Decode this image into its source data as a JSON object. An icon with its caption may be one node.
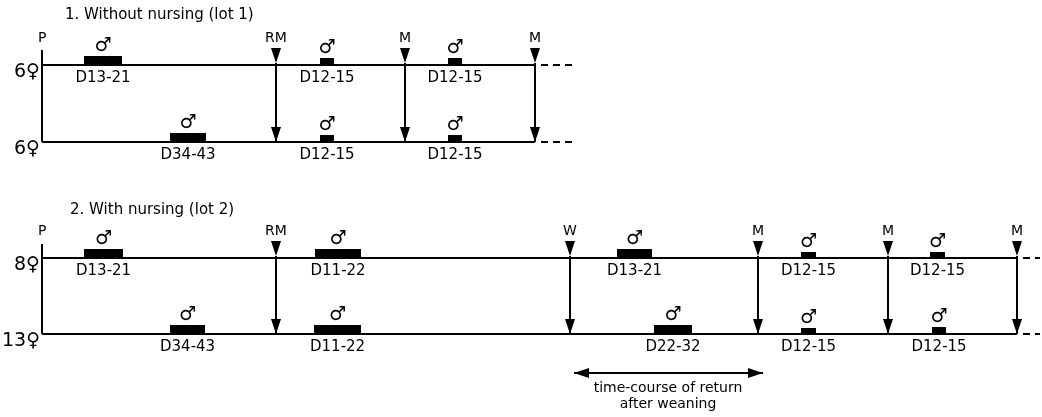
{
  "diagram": {
    "nodes": [
      {
        "text": [],
        "shape": "bar",
        "beside": [
          "♂",
          "D13-21"
        ]
      },
      {
        "text": [],
        "shape": "bar",
        "beside": [
          "♂",
          "D12-15"
        ]
      },
      {
        "text": [],
        "shape": "bar",
        "beside": [
          "♂",
          "D12-15"
        ]
      },
      {
        "text": [],
        "shape": "bar",
        "beside": [
          "♂",
          "D34-43"
        ]
      },
      {
        "text": [],
        "shape": "bar",
        "beside": [
          "♂",
          "D12-15"
        ]
      },
      {
        "text": [],
        "shape": "bar",
        "beside": [
          "♂",
          "D12-15"
        ]
      },
      {
        "text": [],
        "shape": "bar",
        "beside": [
          "♂",
          "D13-21"
        ]
      },
      {
        "text": [],
        "shape": "bar",
        "beside": [
          "♂",
          "D11-22"
        ]
      },
      {
        "text": [],
        "shape": "bar",
        "beside": [
          "♂",
          "D13-21"
        ]
      },
      {
        "text": [],
        "shape": "bar",
        "beside": [
          "♂",
          "D12-15"
        ]
      },
      {
        "text": [],
        "shape": "bar",
        "beside": [
          "♂",
          "D12-15"
        ]
      },
      {
        "text": [],
        "shape": "bar",
        "beside": [
          "♂",
          "D34-43"
        ]
      },
      {
        "text": [],
        "shape": "bar",
        "beside": [
          "♂",
          "D11-22"
        ]
      },
      {
        "text": [],
        "shape": "bar",
        "beside": [
          "♂",
          "D22-32"
        ]
      },
      {
        "text": [],
        "shape": "bar",
        "beside": [
          "♂",
          "D12-15"
        ]
      },
      {
        "text": [],
        "shape": "bar",
        "beside": [
          "♂",
          "D12-15"
        ]
      }
    ],
    "labels": [
      "1. Without nursing (lot 1)",
      "P",
      "RM",
      "M",
      "M",
      "6♀",
      "6♀",
      "2. With nursing (lot 2)",
      "P",
      "RM",
      "W",
      "M",
      "M",
      "M",
      "8♀",
      "13♀",
      "time-course of return after weaning"
    ]
  }
}
